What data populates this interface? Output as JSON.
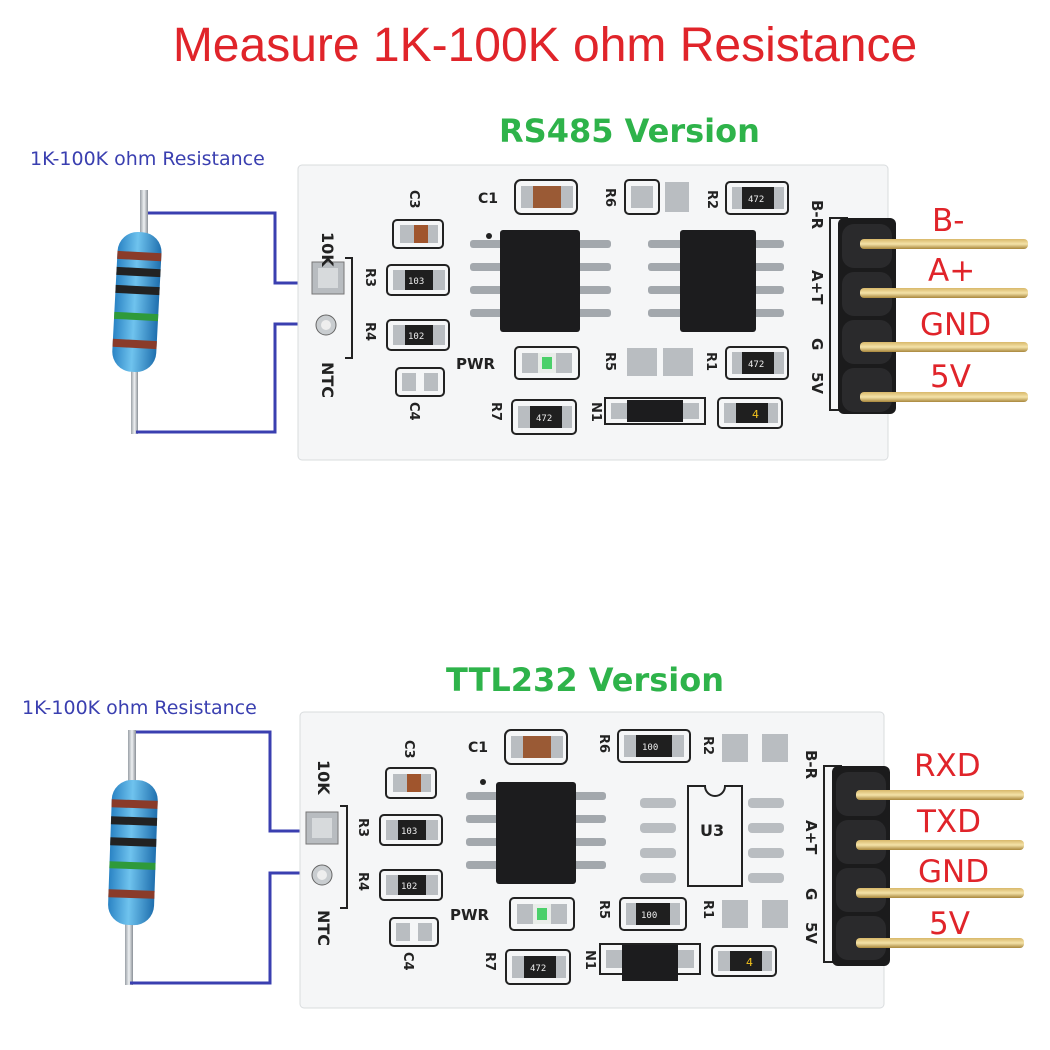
{
  "title": "Measure 1K-100K ohm Resistance",
  "boards": [
    {
      "version": "RS485 Version",
      "resistance_label": "1K-100K ohm Resistance",
      "pins": [
        "B-",
        "A+",
        "GND",
        "5V"
      ],
      "silkscreen": {
        "terminal_top": "10K",
        "terminal_bottom": "NTC",
        "header": [
          "B-R",
          "A+T",
          "G",
          "5V"
        ],
        "parts": [
          "C3",
          "C1",
          "R6",
          "R2",
          "R3",
          "R4",
          "C4",
          "PWR",
          "R5",
          "R1",
          "R7",
          "N1"
        ],
        "codes": {
          "r2": "472",
          "r3": "103",
          "r4": "102",
          "r1": "472",
          "r7": "472",
          "n_cap": "4"
        }
      }
    },
    {
      "version": "TTL232 Version",
      "resistance_label": "1K-100K ohm Resistance",
      "pins": [
        "RXD",
        "TXD",
        "GND",
        "5V"
      ],
      "silkscreen": {
        "terminal_top": "10K",
        "terminal_bottom": "NTC",
        "header": [
          "B-R",
          "A+T",
          "G",
          "5V"
        ],
        "parts": [
          "C3",
          "C1",
          "R6",
          "R2",
          "R3",
          "R4",
          "C4",
          "PWR",
          "R5",
          "R1",
          "R7",
          "N1",
          "U3"
        ],
        "codes": {
          "r6": "100",
          "r3": "103",
          "r4": "102",
          "r5": "100",
          "r7": "472",
          "n_cap": "4"
        }
      }
    }
  ],
  "colors": {
    "title": "#e0242a",
    "version": "#2eb34a",
    "label": "#3a3fb0",
    "wire": "#3a3fb0",
    "pins": "#e0242a"
  }
}
